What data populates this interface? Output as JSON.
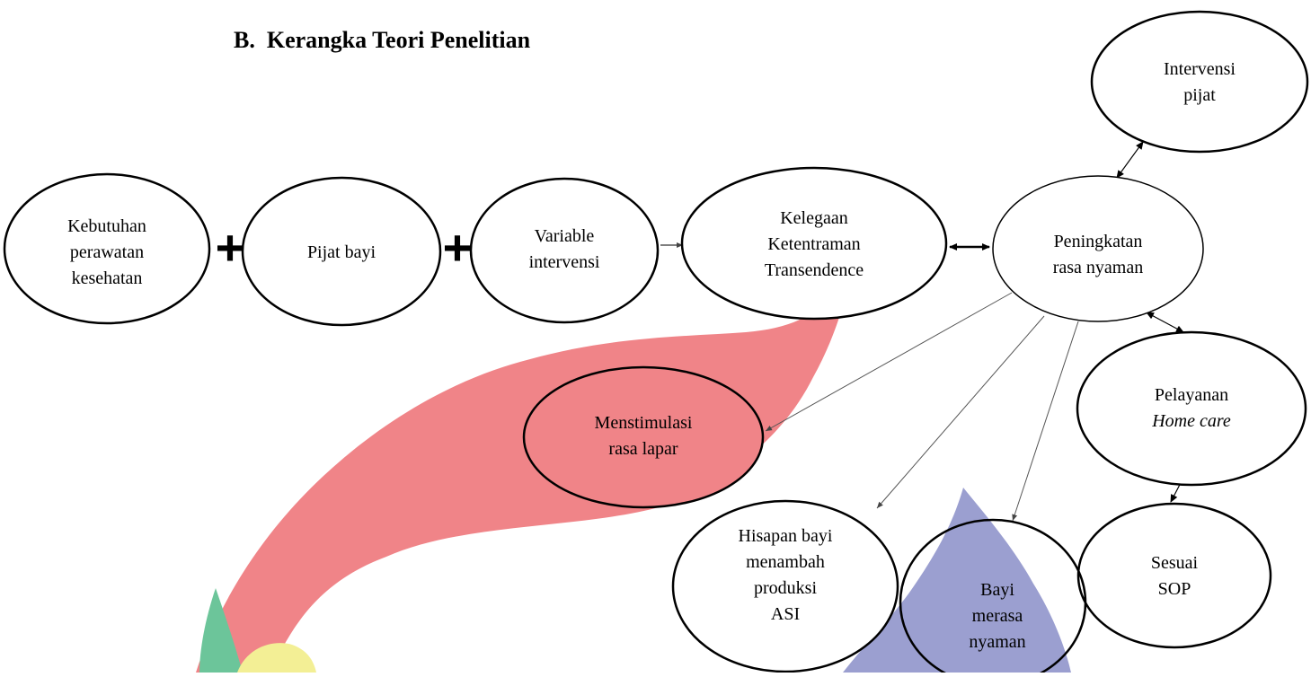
{
  "heading": "B.  Kerangka Teori Penelitian",
  "colors": {
    "pink_ribbon": "#f08488",
    "blue_shape": "#9b9fd0",
    "green_leaf": "#6cc59a",
    "yellow_blob": "#f3ef95",
    "stroke": "#000000"
  },
  "nodes": {
    "kebutuhan": [
      "Kebutuhan",
      "perawatan",
      "kesehatan"
    ],
    "pijat_bayi": [
      "Pijat bayi"
    ],
    "variable": [
      "Variable",
      "intervensi"
    ],
    "kelegaan": [
      "Kelegaan",
      "Ketentraman",
      "Transendence"
    ],
    "peningkatan": [
      "Peningkatan",
      "rasa nyaman"
    ],
    "intervensi_pijat": [
      "Intervensi",
      "pijat"
    ],
    "pelayanan": [
      "Pelayanan",
      "Home care"
    ],
    "menstimulasi": [
      "Menstimulasi",
      "rasa lapar"
    ],
    "hisapan": [
      "Hisapan bayi",
      "menambah",
      "produksi",
      "ASI"
    ],
    "bayi_nyaman": [
      "Bayi",
      "merasa",
      "nyaman"
    ],
    "sesuai_sop": [
      "Sesuai",
      "SOP"
    ]
  },
  "plus_signs": [
    "+",
    "+"
  ]
}
